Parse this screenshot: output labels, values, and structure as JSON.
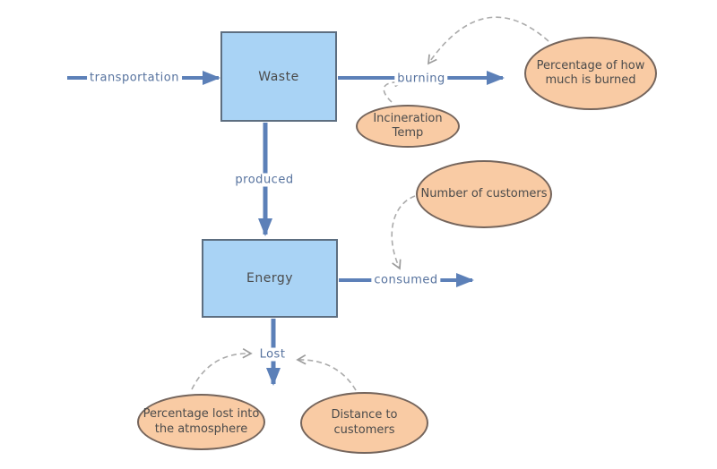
{
  "diagram": {
    "nodes": {
      "waste": {
        "label": "Waste",
        "shape": "rectangle"
      },
      "energy": {
        "label": "Energy",
        "shape": "rectangle"
      },
      "percentage_burned": {
        "label": "Percentage of how\nmuch is burned",
        "shape": "ellipse"
      },
      "incineration_temp": {
        "label": "Incineration\nTemp",
        "shape": "ellipse"
      },
      "number_of_customers": {
        "label": "Number of customers",
        "shape": "ellipse"
      },
      "percentage_lost": {
        "label": "Percentage lost into\nthe atmosphere",
        "shape": "ellipse"
      },
      "distance_to_customers": {
        "label": "Distance to\ncustomers",
        "shape": "ellipse"
      }
    },
    "edges": {
      "transportation": {
        "label": "transportation",
        "style": "solid-arrow"
      },
      "burning": {
        "label": "burning",
        "style": "solid-arrow"
      },
      "produced": {
        "label": "produced",
        "style": "solid-arrow"
      },
      "consumed": {
        "label": "consumed",
        "style": "solid-arrow"
      },
      "lost": {
        "label": "Lost",
        "style": "solid-arrow"
      }
    },
    "dashed_influences": [
      "percentage_burned -> burning",
      "incineration_temp -> burning",
      "number_of_customers -> consumed",
      "percentage_lost -> lost",
      "distance_to_customers -> lost"
    ],
    "colors": {
      "box_fill": "#a9d3f5",
      "box_border": "#5d6e80",
      "ellipse_fill": "#f9cba4",
      "ellipse_border": "#75655c",
      "arrow": "#5c80b8",
      "edge_label": "#56729e",
      "dashed": "#ababab",
      "dashed_head": "#9c9c9c",
      "node_text": "#4b4b4b"
    }
  }
}
